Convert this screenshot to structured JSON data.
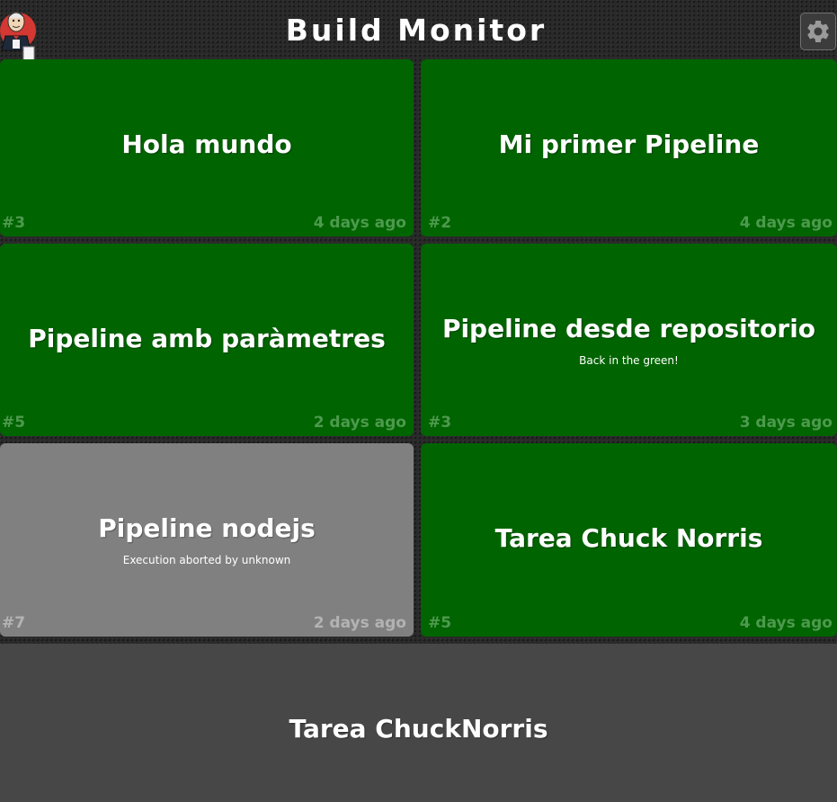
{
  "header": {
    "title": "Build Monitor",
    "logo_icon": "jenkins-butler-logo",
    "settings_icon": "gear-icon"
  },
  "status_colors": {
    "success": "#006400",
    "aborted": "#808080",
    "not_built": "#474747"
  },
  "jobs": [
    {
      "name": "Hola mundo",
      "detail": "",
      "build": "#3",
      "time": "4 days ago",
      "status": "success"
    },
    {
      "name": "Mi primer Pipeline",
      "detail": "",
      "build": "#2",
      "time": "4 days ago",
      "status": "success"
    },
    {
      "name": "Pipeline amb paràmetres",
      "detail": "",
      "build": "#5",
      "time": "2 days ago",
      "status": "success"
    },
    {
      "name": "Pipeline desde repositorio",
      "detail": "Back in the green!",
      "build": "#3",
      "time": "3 days ago",
      "status": "success"
    },
    {
      "name": "Pipeline nodejs",
      "detail": "Execution aborted by unknown",
      "build": "#7",
      "time": "2 days ago",
      "status": "aborted"
    },
    {
      "name": "Tarea Chuck Norris",
      "detail": "",
      "build": "#5",
      "time": "4 days ago",
      "status": "success"
    },
    {
      "name": "Tarea ChuckNorris",
      "detail": "",
      "build": "",
      "time": "",
      "status": "not_built"
    }
  ]
}
